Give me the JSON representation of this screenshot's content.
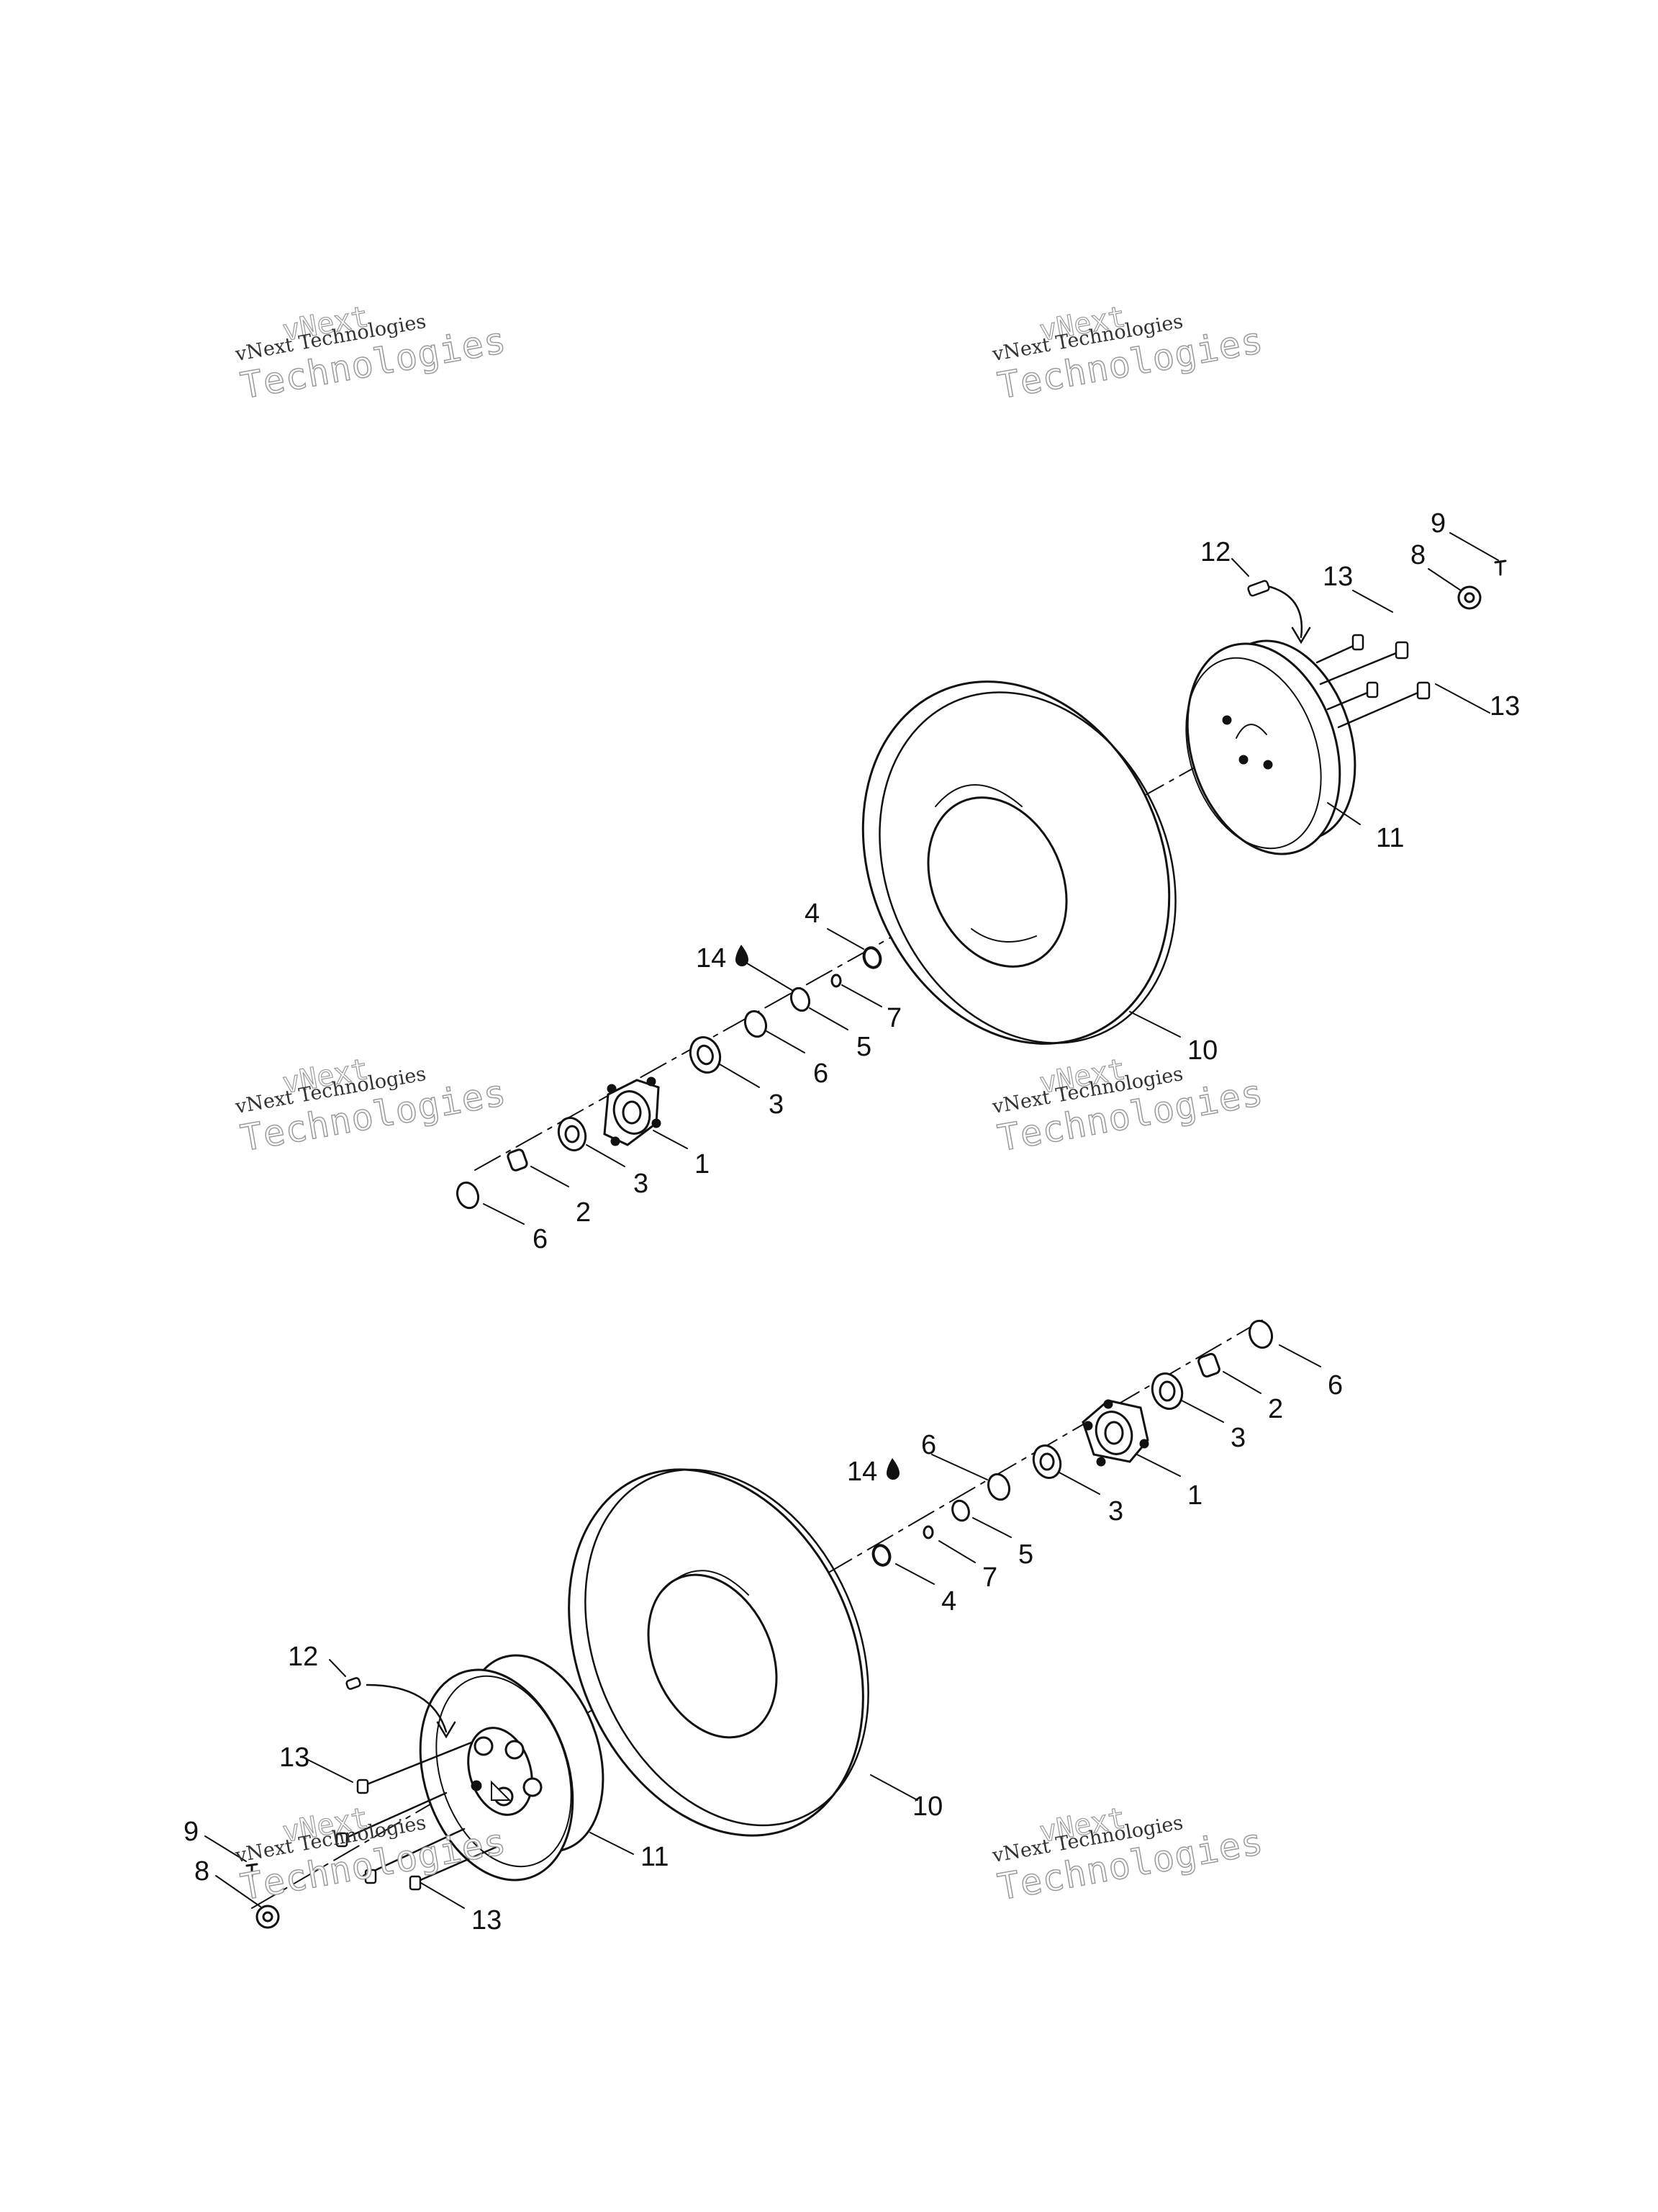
{
  "watermark": {
    "line1": "vNext",
    "line2": "vNext Technologies",
    "line3": "Technologies"
  },
  "callouts": [
    {
      "id": "t-12",
      "text": "12"
    },
    {
      "id": "t-9",
      "text": "9"
    },
    {
      "id": "t-8",
      "text": "8"
    },
    {
      "id": "t-13a",
      "text": "13"
    },
    {
      "id": "t-13b",
      "text": "13"
    },
    {
      "id": "t-11",
      "text": "11"
    },
    {
      "id": "t-4",
      "text": "4"
    },
    {
      "id": "t-14",
      "text": "14"
    },
    {
      "id": "t-7",
      "text": "7"
    },
    {
      "id": "t-5",
      "text": "5"
    },
    {
      "id": "t-6a",
      "text": "6"
    },
    {
      "id": "t-3a",
      "text": "3"
    },
    {
      "id": "t-10",
      "text": "10"
    },
    {
      "id": "t-1",
      "text": "1"
    },
    {
      "id": "t-3b",
      "text": "3"
    },
    {
      "id": "t-2",
      "text": "2"
    },
    {
      "id": "t-6b",
      "text": "6"
    },
    {
      "id": "b-6a",
      "text": "6"
    },
    {
      "id": "b-2",
      "text": "2"
    },
    {
      "id": "b-3a",
      "text": "3"
    },
    {
      "id": "b-6b",
      "text": "6"
    },
    {
      "id": "b-14",
      "text": "14"
    },
    {
      "id": "b-1",
      "text": "1"
    },
    {
      "id": "b-3b",
      "text": "3"
    },
    {
      "id": "b-5",
      "text": "5"
    },
    {
      "id": "b-7",
      "text": "7"
    },
    {
      "id": "b-4",
      "text": "4"
    },
    {
      "id": "b-12",
      "text": "12"
    },
    {
      "id": "b-13a",
      "text": "13"
    },
    {
      "id": "b-10",
      "text": "10"
    },
    {
      "id": "b-9",
      "text": "9"
    },
    {
      "id": "b-11",
      "text": "11"
    },
    {
      "id": "b-8",
      "text": "8"
    },
    {
      "id": "b-13b",
      "text": "13"
    }
  ]
}
